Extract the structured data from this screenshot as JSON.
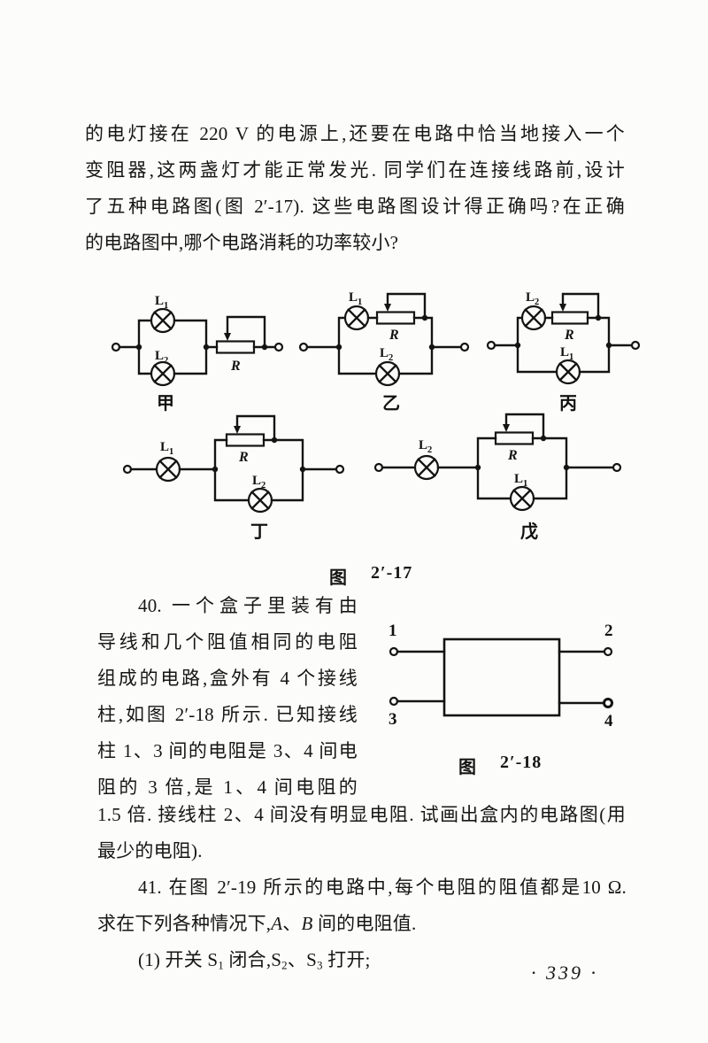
{
  "intro": {
    "lines": [
      "的电灯接在 220 V 的电源上,还要在电路中恰当地接入一个",
      "变阻器,这两盏灯才能正常发光. 同学们在连接线路前,设计",
      "了五种电路图(图 2′-17). 这些电路图设计得正确吗?在正确",
      "的电路图中,哪个电路消耗的功率较小?"
    ]
  },
  "fig17": {
    "caption_label": "图",
    "caption_number": "2′-17",
    "circuits": [
      {
        "name": "甲",
        "lamp_a": "L",
        "lamp_a_sub": "1",
        "lamp_b": "L",
        "lamp_b_sub": "2",
        "resistor": "R"
      },
      {
        "name": "乙",
        "lamp_a": "L",
        "lamp_a_sub": "1",
        "lamp_b": "L",
        "lamp_b_sub": "2",
        "resistor": "R"
      },
      {
        "name": "丙",
        "lamp_a": "L",
        "lamp_a_sub": "2",
        "lamp_b": "L",
        "lamp_b_sub": "1",
        "resistor": "R"
      },
      {
        "name": "丁",
        "lamp_a": "L",
        "lamp_a_sub": "1",
        "lamp_b": "L",
        "lamp_b_sub": "2",
        "resistor": "R"
      },
      {
        "name": "戊",
        "lamp_a": "L",
        "lamp_a_sub": "2",
        "lamp_b": "L",
        "lamp_b_sub": "1",
        "resistor": "R"
      }
    ]
  },
  "problem40": {
    "column_lines": [
      "40. 一个盒子里装有由",
      "导线和几个阻值相同的电阻",
      "组成的电路,盒外有 4 个接线",
      "柱,如图 2′-18 所示. 已知接线",
      "柱 1、3 间的电阻是 3、4 间电",
      "阻的 3 倍,是 1、4 间电阻的"
    ],
    "full_lines": [
      "1.5 倍. 接线柱 2、4 间没有明显电阻. 试画出盒内的电路图(用",
      "最少的电阻)."
    ]
  },
  "fig18": {
    "caption_label": "图",
    "caption_number": "2′-18",
    "terminals": [
      "1",
      "2",
      "3",
      "4"
    ]
  },
  "problem41": {
    "line1": "41. 在图 2′-19 所示的电路中,每个电阻的阻值都是10 Ω.",
    "line2": {
      "pre": "求在下列各种情况下,",
      "var_a": "A",
      "sep": "、",
      "var_b": "B",
      "post": " 间的电阻值."
    },
    "line3": {
      "p1": "(1) 开关 S",
      "s1": "1",
      "p2": " 闭合,S",
      "s2": "2",
      "p3": "、S",
      "s3": "3",
      "p4": " 打开;"
    }
  },
  "footer": {
    "page_number": "· 339 ·"
  }
}
